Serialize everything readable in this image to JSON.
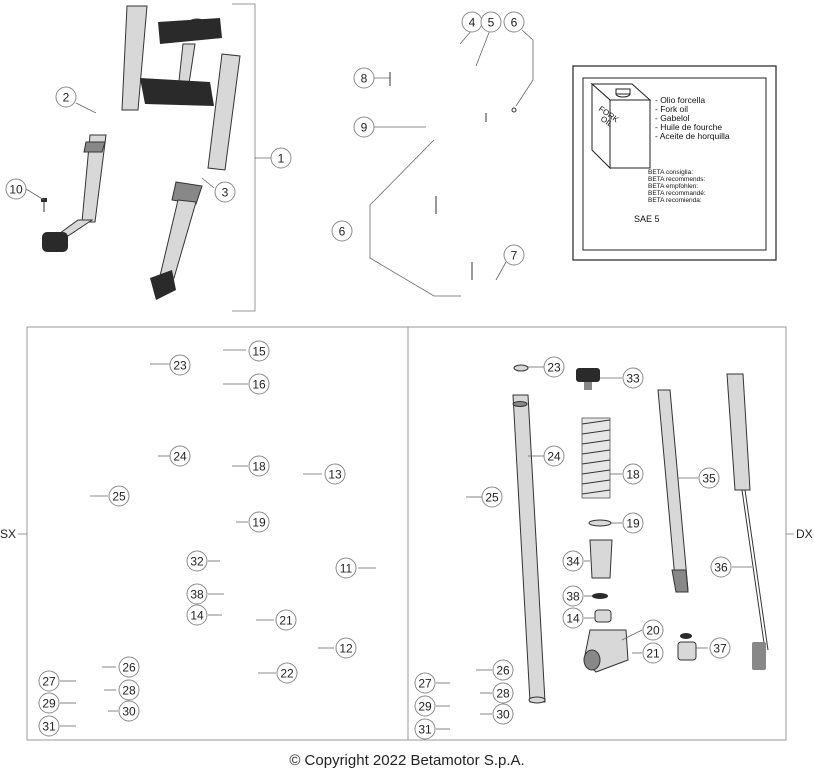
{
  "callouts": [
    {
      "n": "1"
    },
    {
      "n": "2"
    },
    {
      "n": "3"
    },
    {
      "n": "4"
    },
    {
      "n": "5"
    },
    {
      "n": "6"
    },
    {
      "n": "7"
    },
    {
      "n": "8"
    },
    {
      "n": "9"
    },
    {
      "n": "6"
    },
    {
      "n": "10"
    },
    {
      "n": "15"
    },
    {
      "n": "23"
    },
    {
      "n": "16"
    },
    {
      "n": "24"
    },
    {
      "n": "18"
    },
    {
      "n": "13"
    },
    {
      "n": "25"
    },
    {
      "n": "19"
    },
    {
      "n": "32"
    },
    {
      "n": "11"
    },
    {
      "n": "38"
    },
    {
      "n": "14"
    },
    {
      "n": "21"
    },
    {
      "n": "12"
    },
    {
      "n": "26"
    },
    {
      "n": "22"
    },
    {
      "n": "27"
    },
    {
      "n": "28"
    },
    {
      "n": "29"
    },
    {
      "n": "30"
    },
    {
      "n": "31"
    },
    {
      "n": "23"
    },
    {
      "n": "33"
    },
    {
      "n": "24"
    },
    {
      "n": "18"
    },
    {
      "n": "35"
    },
    {
      "n": "25"
    },
    {
      "n": "19"
    },
    {
      "n": "34"
    },
    {
      "n": "36"
    },
    {
      "n": "38"
    },
    {
      "n": "14"
    },
    {
      "n": "20"
    },
    {
      "n": "21"
    },
    {
      "n": "37"
    },
    {
      "n": "26"
    },
    {
      "n": "27"
    },
    {
      "n": "28"
    },
    {
      "n": "29"
    },
    {
      "n": "30"
    },
    {
      "n": "31"
    }
  ],
  "oil_box": {
    "can_label_1": "FORK",
    "can_label_2": "OIL",
    "names": [
      "- Olio forcella",
      "- Fork oil",
      "- Gabelol",
      "- Huile de fourche",
      "- Aceite de horquilla"
    ],
    "recommends": [
      "BETA consiglia:",
      "BETA recommends:",
      "BETA empfohlen:",
      "BETA recommandé:",
      "BETA recomienda:"
    ],
    "grade": "SAE 5"
  },
  "sides": {
    "left": "SX",
    "right": "DX"
  },
  "copyright": "© Copyright 2022 Betamotor S.p.A."
}
